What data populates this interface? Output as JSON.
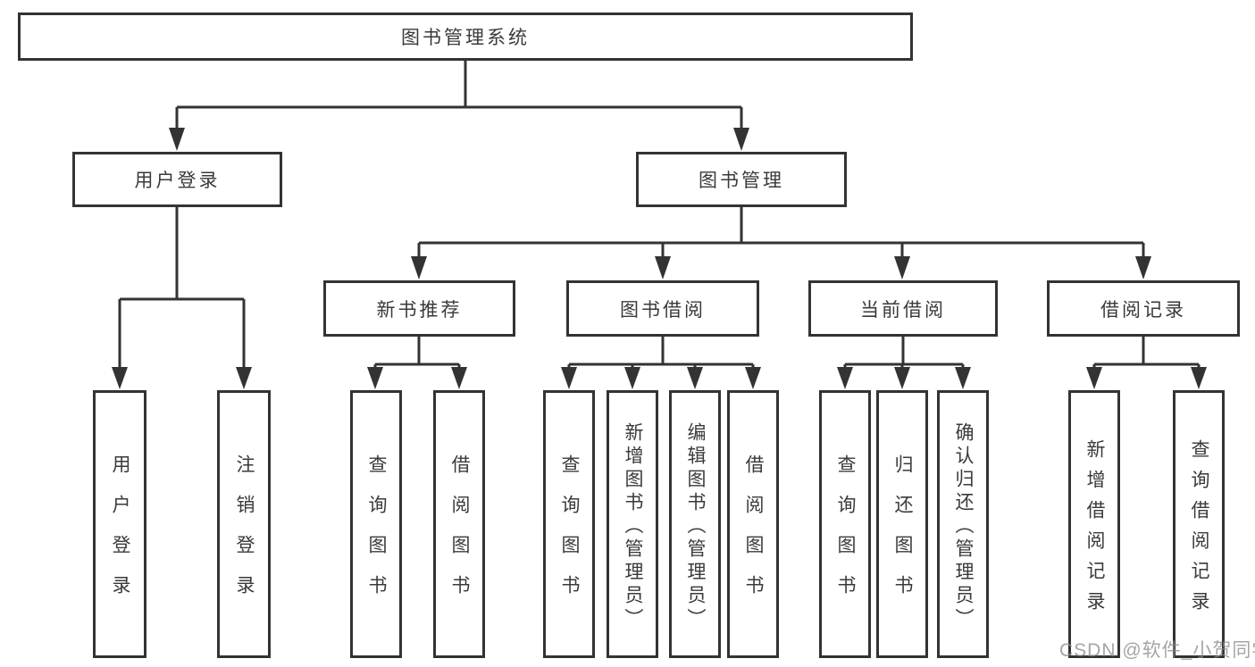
{
  "diagram": {
    "title": "图书管理系统",
    "level2": {
      "user_login": "用户登录",
      "book_mgmt": "图书管理"
    },
    "level3": {
      "new_books": "新书推荐",
      "book_borrow": "图书借阅",
      "current_borrow": "当前借阅",
      "borrow_records": "借阅记录"
    },
    "leaves": {
      "user_login": [
        "用户登录",
        "注销登录"
      ],
      "new_books": [
        "查询图书",
        "借阅图书"
      ],
      "book_borrow": [
        "查询图书",
        "新增图书（管理员）",
        "编辑图书（管理员）",
        "借阅图书"
      ],
      "current_borrow": [
        "查询图书",
        "归还图书",
        "确认归还（管理员）"
      ],
      "borrow_records": [
        "新增借阅记录",
        "查询借阅记录"
      ]
    },
    "watermark": "CSDN @软件_小贺同学",
    "colors": {
      "line": "#333333",
      "box_border": "#333333",
      "text": "#3a3a3a",
      "background": "#ffffff",
      "watermark": "#8c8c8c"
    }
  }
}
